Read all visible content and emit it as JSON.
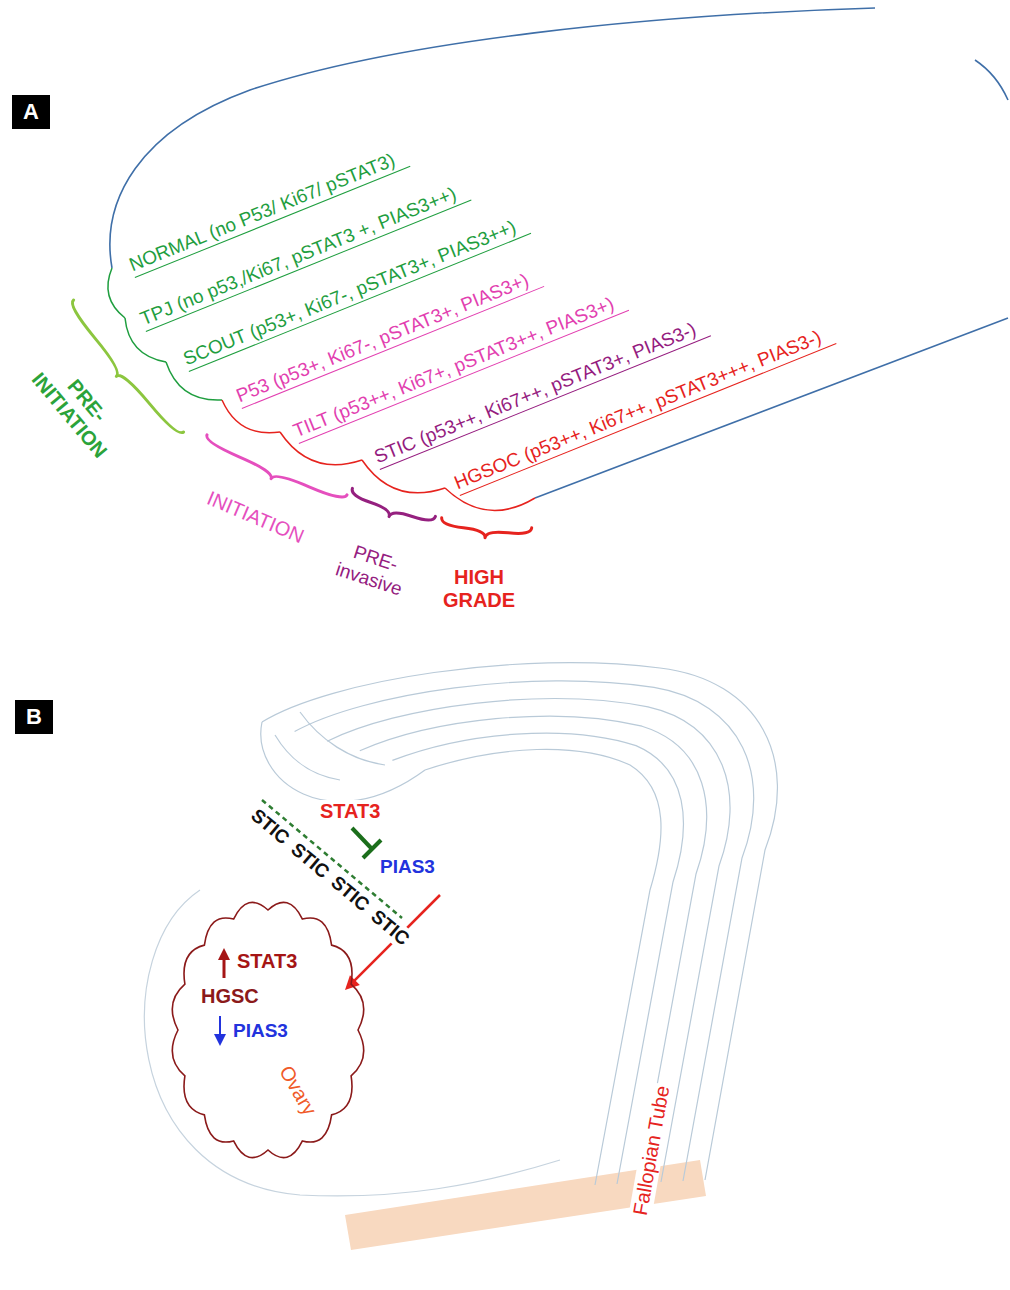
{
  "diagram": {
    "nodes": [
      {
        "text": [
          "A"
        ]
      },
      {
        "text": [
          "B"
        ]
      },
      {
        "text": [
          "STAT3",
          "HGSC",
          "PIAS3",
          "Ovary"
        ]
      }
    ],
    "labels": [
      "NORMAL (no P53/ Ki67/ pSTAT3)",
      "TPJ (no p53,/Ki67, pSTAT3 +, PIAS3++)",
      "SCOUT (p53+, Ki67-, pSTAT3+, PIAS3++)",
      "P53 (p53+, Ki67-, pSTAT3+, PIAS3+)",
      "TILT (p53++, Ki67+, pSTAT3++, PIAS3+)",
      "STIC (p53++, Ki67++, pSTAT3+, PIAS3-)",
      "HGSOC (p53++, Ki67++, pSTAT3+++, PIAS3-)",
      "PRE- INITIATION",
      "INITIATION",
      "PRE- invasive",
      "HIGH GRADE",
      "STAT3",
      "PIAS3",
      "STIC",
      "STIC",
      "STIC",
      "STIC",
      "Fallopian Tube"
    ]
  }
}
